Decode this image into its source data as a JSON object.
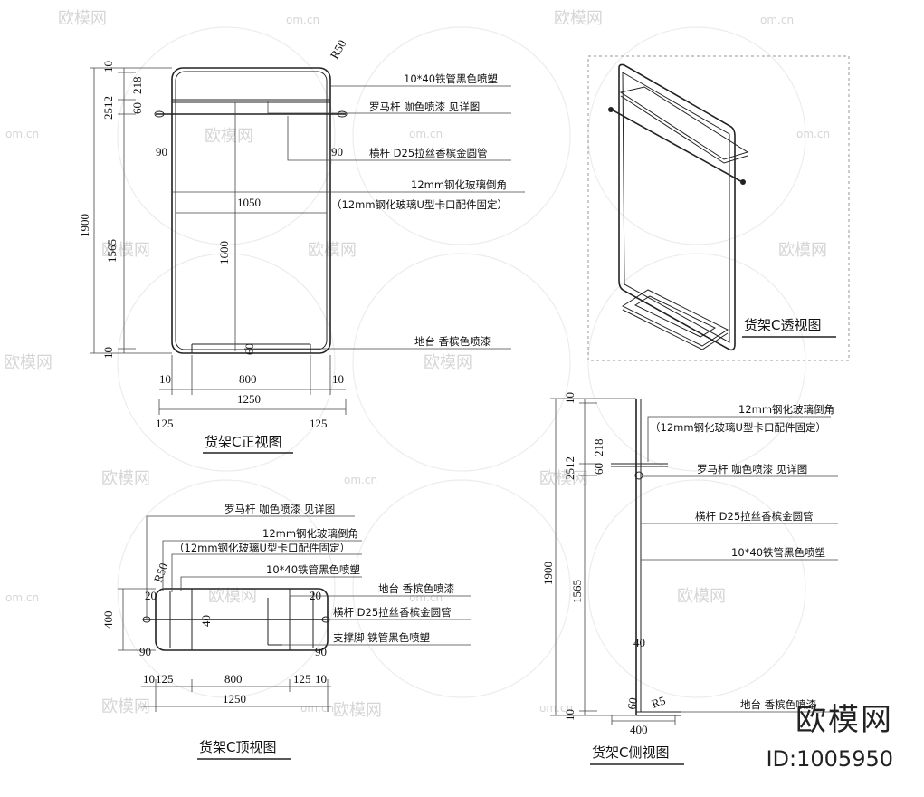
{
  "watermark": {
    "brand": "欧模网",
    "domain": "om.cn"
  },
  "logo": {
    "brand": "欧模网",
    "id": "ID:1005950"
  },
  "front_view": {
    "title": "货架C正视图",
    "radius": "R50",
    "dims": {
      "top10": "10",
      "d2512": "2512",
      "d60": "60",
      "d218": "218",
      "total1900": "1900",
      "d1565": "1565",
      "bottom10": "10",
      "left90": "90",
      "right90": "90",
      "w1050": "1050",
      "h1600": "1600",
      "d60b": "60",
      "b10l": "10",
      "b800": "800",
      "b10r": "10",
      "b1250": "1250",
      "b125l": "125",
      "b125r": "125"
    },
    "callouts": {
      "frame": "10*40铁管黑色喷塑",
      "rod": "罗马杆  咖色喷漆  见详图",
      "bar": "横杆  D25拉丝香槟金圆管",
      "glass": "12mm钢化玻璃倒角",
      "glass_fix": "（12mm钢化玻璃U型卡口配件固定）",
      "base": "地台  香槟色喷漆"
    }
  },
  "perspective_view": {
    "title": "货架C透视图"
  },
  "top_view": {
    "title": "货架C顶视图",
    "radius": "R50",
    "dims": {
      "h400": "400",
      "l90": "90",
      "r90": "90",
      "l20": "20",
      "r20": "20",
      "c40": "40",
      "b10l": "10",
      "b125l": "125",
      "b800": "800",
      "b125r": "125",
      "b10r": "10",
      "b1250": "1250"
    },
    "callouts": {
      "rod": "罗马杆  咖色喷漆  见详图",
      "glass": "12mm钢化玻璃倒角",
      "glass_fix": "（12mm钢化玻璃U型卡口配件固定）",
      "frame": "10*40铁管黑色喷塑",
      "base": "地台  香槟色喷漆",
      "bar": "横杆  D25拉丝香槟金圆管",
      "foot": "支撑脚  铁管黑色喷塑"
    }
  },
  "side_view": {
    "title": "货架C侧视图",
    "radius": "R5",
    "dims": {
      "top10": "10",
      "d2512": "2512",
      "d60": "60",
      "d218": "218",
      "total1900": "1900",
      "d1565": "1565",
      "bottom10": "10",
      "c40": "40",
      "b60": "60",
      "w400": "400"
    },
    "callouts": {
      "glass": "12mm钢化玻璃倒角",
      "glass_fix": "（12mm钢化玻璃U型卡口配件固定）",
      "rod": "罗马杆  咖色喷漆  见详图",
      "bar": "横杆  D25拉丝香槟金圆管",
      "frame": "10*40铁管黑色喷塑",
      "base": "地台  香槟色喷漆"
    }
  }
}
